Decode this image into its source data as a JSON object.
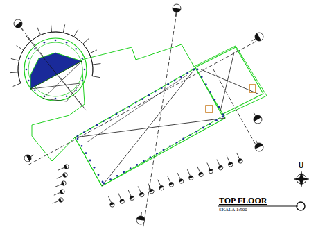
{
  "diagram": {
    "title": "TOP FLOOR",
    "labels": [
      "SKALA 1:500",
      "U"
    ]
  }
}
